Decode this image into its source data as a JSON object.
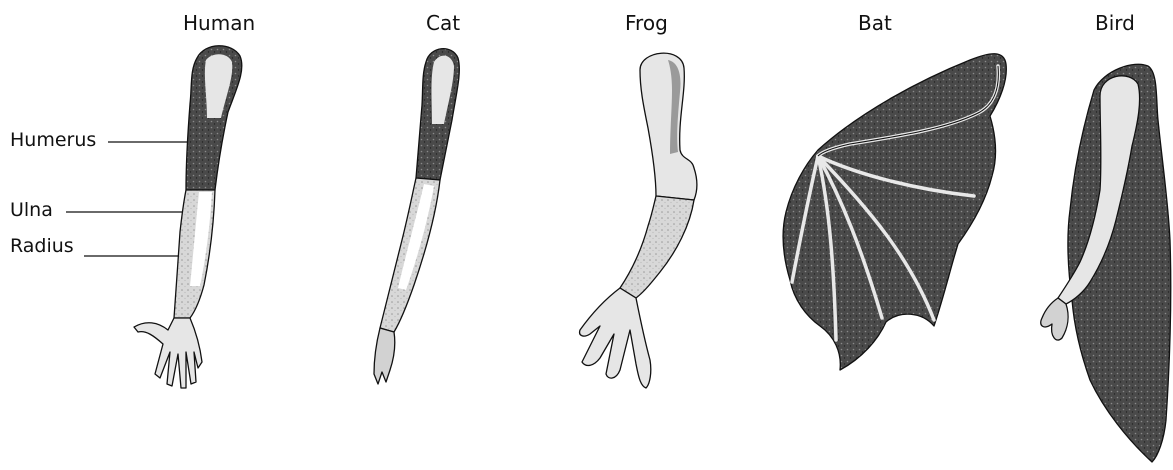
{
  "species": {
    "human": "Human",
    "cat": "Cat",
    "frog": "Frog",
    "bat": "Bat",
    "bird": "Bird"
  },
  "bones": {
    "humerus": "Humerus",
    "ulna": "Ulna",
    "radius": "Radius"
  },
  "colors": {
    "bone_light": "#e6e6e6",
    "bone_dark": "#3a3a3a",
    "ink": "#111111",
    "membrane": "#4a4a4a"
  }
}
